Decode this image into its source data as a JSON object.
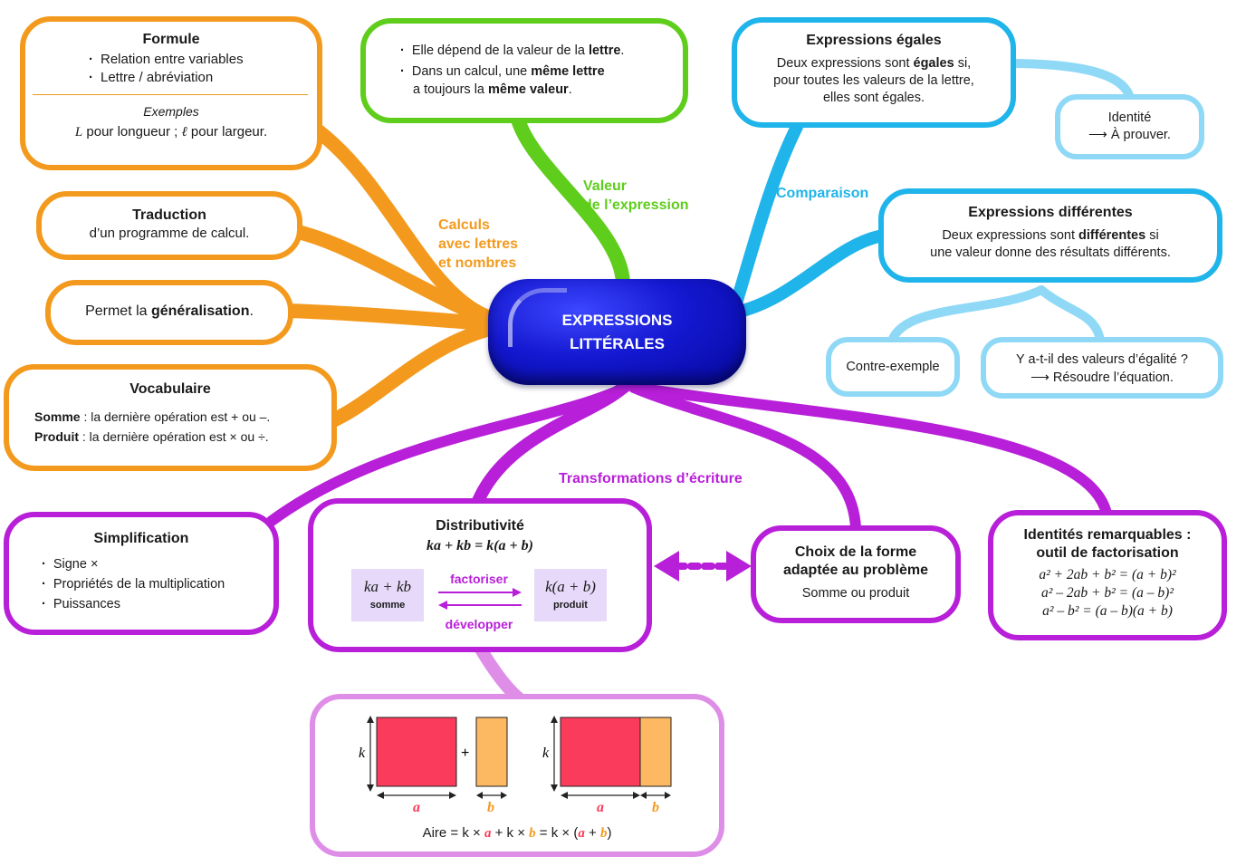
{
  "center": {
    "line1": "EXPRESSIONS",
    "line2": "LITTÉRALES"
  },
  "colors": {
    "orange": "#f39a1e",
    "green": "#5fcd1c",
    "blue": "#1fb4ea",
    "light_blue": "#8fd9f6",
    "purple": "#b81fd8",
    "pink": "#df8ee8",
    "center": "#1418d0",
    "rect_red": "#fb3b5b",
    "rect_orange": "#fdb862"
  },
  "branches": {
    "calculs": [
      "Calculs",
      "avec lettres",
      "et nombres"
    ],
    "valeur": [
      "Valeur",
      "de l’expression"
    ],
    "comparaison": "Comparaison",
    "transformations": "Transformations d’écriture"
  },
  "formule": {
    "title": "Formule",
    "items": [
      "Relation entre variables",
      "Lettre / abréviation"
    ],
    "examples_title": "Exemples",
    "examples_L": "L",
    "examples_mid": " pour longueur ; ",
    "examples_l": "ℓ",
    "examples_end": " pour largeur."
  },
  "traduction": {
    "title": "Traduction",
    "text": "d’un programme de calcul."
  },
  "generalisation": {
    "pre": "Permet la ",
    "bold": "généralisation",
    "post": "."
  },
  "vocabulaire": {
    "title": "Vocabulaire",
    "somme_label": "Somme",
    "somme_text": " : la dernière opération est + ou –.",
    "produit_label": "Produit",
    "produit_text": " : la dernière opération est × ou ÷."
  },
  "valeur_box": {
    "l1_pre": "Elle dépend de la valeur de la ",
    "l1_bold": "lettre",
    "l1_post": ".",
    "l2_pre": "Dans un calcul, une ",
    "l2_bold": "même lettre",
    "l3_pre": "a toujours la ",
    "l3_bold": "même valeur",
    "l3_post": "."
  },
  "egales": {
    "title": "Expressions égales",
    "l1_pre": "Deux expressions sont ",
    "l1_bold": "égales",
    "l1_post": " si,",
    "l2": "pour toutes les valeurs de la lettre,",
    "l3": "elles sont égales."
  },
  "identite": {
    "l1": "Identité",
    "l2": "⟶ À prouver."
  },
  "differentes": {
    "title": "Expressions différentes",
    "l1_pre": "Deux expressions sont ",
    "l1_bold": "différentes",
    "l1_post": " si",
    "l2": "une valeur donne des résultats différents."
  },
  "contre_exemple": "Contre-exemple",
  "egalite": {
    "l1": "Y a-t-il des valeurs d’égalité ?",
    "l2": "⟶ Résoudre l’équation."
  },
  "simplification": {
    "title": "Simplification",
    "items": [
      "Signe ×",
      "Propriétés de la multiplication",
      "Puissances"
    ]
  },
  "distributivite": {
    "title": "Distributivité",
    "formula": "ka + kb = k(a + b)",
    "left_math": "ka + kb",
    "left_label": "somme",
    "right_math": "k(a + b)",
    "right_label": "produit",
    "arrow_top": "factoriser",
    "arrow_bottom": "développer"
  },
  "choix": {
    "title1": "Choix de la forme",
    "title2": "adaptée au problème",
    "text": "Somme ou produit"
  },
  "identites_remarquables": {
    "title1": "Identités remarquables :",
    "title2": "outil de factorisation",
    "formulas": [
      "a² + 2ab + b² = (a + b)²",
      "a² – 2ab + b² = (a – b)²",
      "a² – b² = (a – b)(a + b)"
    ]
  },
  "aire": {
    "k": "k",
    "a": "a",
    "b": "b",
    "plus": "+",
    "formula": {
      "p1": "Aire = k × ",
      "a1": "a",
      "p2": " + k × ",
      "b1": "b",
      "p3": " = k × (",
      "a2": "a",
      "p4": " + ",
      "b2": "b",
      "p5": ")"
    }
  }
}
